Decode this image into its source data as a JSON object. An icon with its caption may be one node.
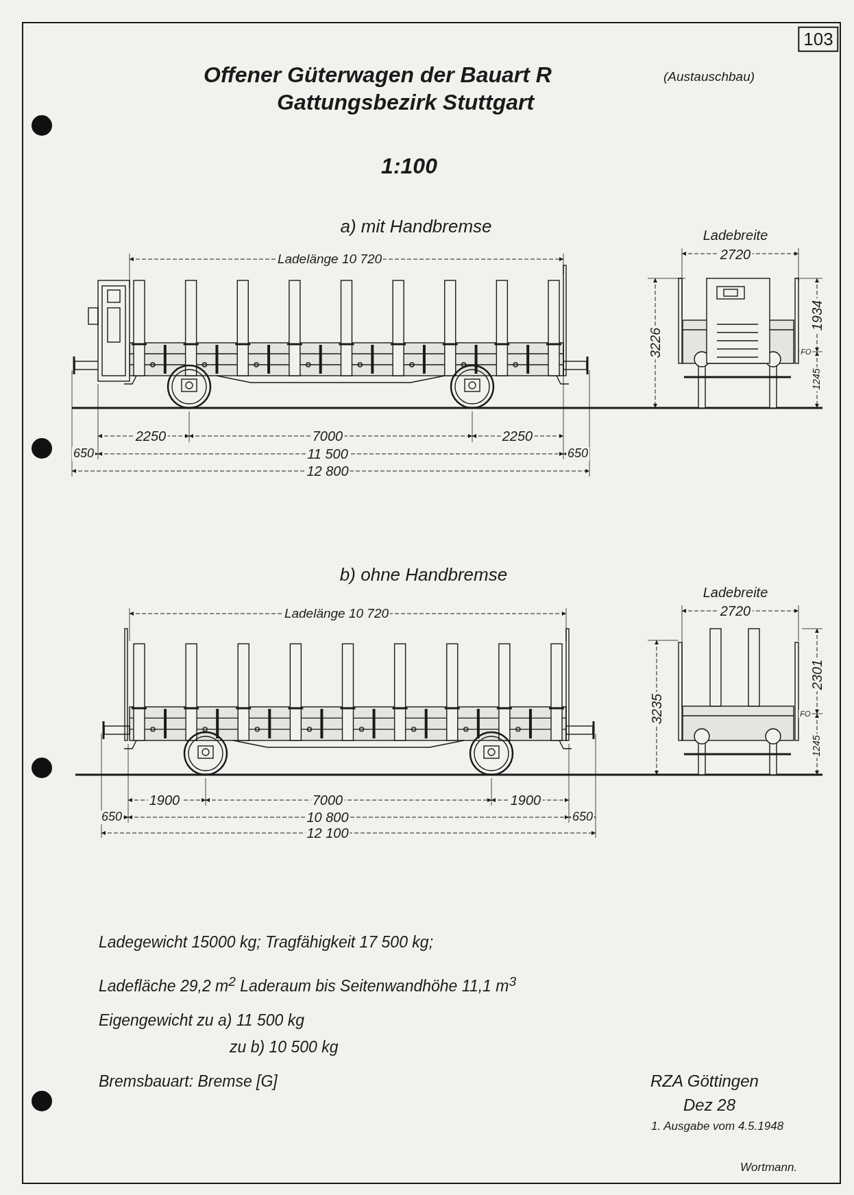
{
  "diagram": {
    "title": "Offener Güterwagen der Bauart R",
    "labels": [
      "103",
      "(Austauschbau)",
      "Gattungsbezirk Stuttgart",
      "1:100",
      "a) mit Handbremse",
      "Ladelänge 10 720",
      "Ladebreite",
      "2720",
      "3226",
      "1934",
      "FO",
      "1245",
      "2250",
      "7000",
      "2250",
      "650",
      "11 500",
      "650",
      "12 800",
      "b) ohne Handbremse",
      "Ladelänge 10 720",
      "Ladebreite",
      "2720",
      "3235",
      "2301",
      "FO",
      "1245",
      "1900",
      "7000",
      "1900",
      "650",
      "10 800",
      "650",
      "12 100",
      "Ladegewicht 15000 kg; Tragfähigkeit 17 500 kg;",
      "Ladefläche 29,2 m$^{2}$ Laderaum bis Seitenwandhöhe 11,1 m$^{3}$",
      "Eigengewicht zu a) 11 500 kg",
      "zu b) 10 500 kg",
      "Bremsbauart: Bremse [G]",
      "RZA Göttingen",
      "Dez 28",
      "1. Ausgabe vom 4.5.1948",
      "Wortmann."
    ]
  }
}
